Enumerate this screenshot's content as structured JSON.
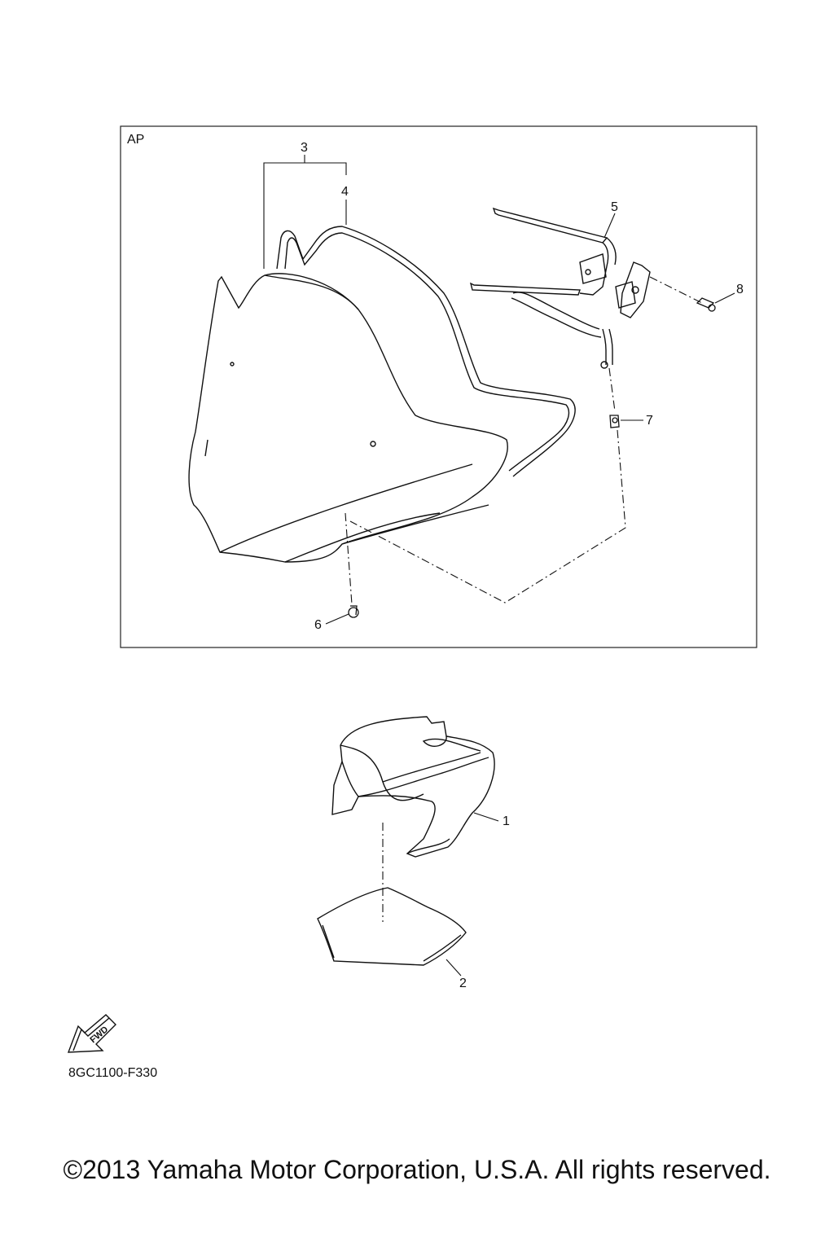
{
  "box_label": "AP",
  "callouts": {
    "c1": "1",
    "c2": "2",
    "c3": "3",
    "c4": "4",
    "c5": "5",
    "c6": "6",
    "c7": "7",
    "c8": "8"
  },
  "fwd_label": "FWD",
  "diagram_code": "8GC1100-F330",
  "copyright": "©2013 Yamaha Motor Corporation, U.S.A. All rights reserved."
}
